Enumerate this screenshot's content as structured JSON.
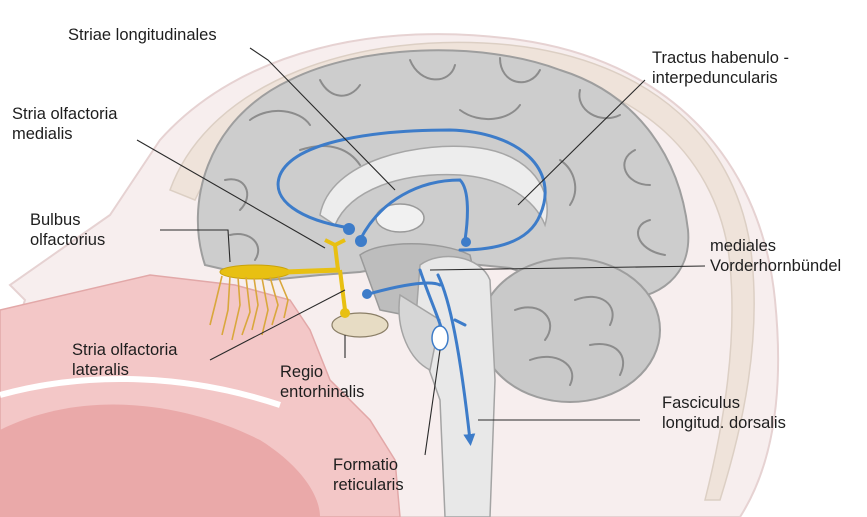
{
  "labels": {
    "striae_longitudinales": "Striae longitudinales",
    "tractus_habenulo": [
      "Tractus habenulo -",
      "interpeduncularis"
    ],
    "stria_olfactoria_medialis": [
      "Stria olfactoria",
      "medialis"
    ],
    "bulbus_olfactorius": [
      "Bulbus",
      "olfactorius"
    ],
    "mediales_vorderhornbuendel": [
      "mediales",
      "Vorderhornbündel"
    ],
    "stria_olfactoria_lateralis": [
      "Stria olfactoria",
      "lateralis"
    ],
    "regio_entorhinalis": [
      "Regio",
      "entorhinalis"
    ],
    "fasciculus_longitud_dorsalis": [
      "Fasciculus",
      "longitud. dorsalis"
    ],
    "formatio_reticularis": [
      "Formatio",
      "reticularis"
    ]
  },
  "colors": {
    "pathway_blue": "#3d7cc9",
    "olfactory_yellow": "#e8c012",
    "brain_gray": "#cdcdcd",
    "skin": "#f3dede",
    "nasal_pink": "#f0b8b8"
  }
}
